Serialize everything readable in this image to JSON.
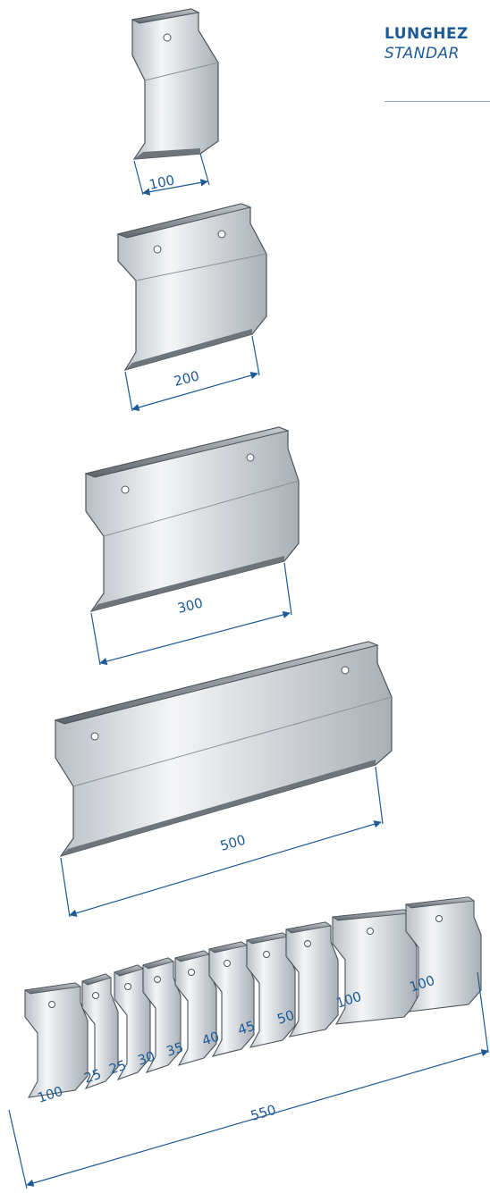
{
  "header": {
    "title": "LUNGHEZ",
    "subtitle": "STANDAR"
  },
  "colors": {
    "accent": "#1e5a96",
    "steel_light": "#f1f3f5",
    "steel_dark": "#8d949c"
  },
  "segments": [
    {
      "length_label": "100"
    },
    {
      "length_label": "200"
    },
    {
      "length_label": "300"
    },
    {
      "length_label": "500"
    }
  ],
  "set": {
    "pieces": [
      "100",
      "25",
      "25",
      "30",
      "35",
      "40",
      "45",
      "50",
      "100",
      "100"
    ],
    "total_label": "550"
  }
}
